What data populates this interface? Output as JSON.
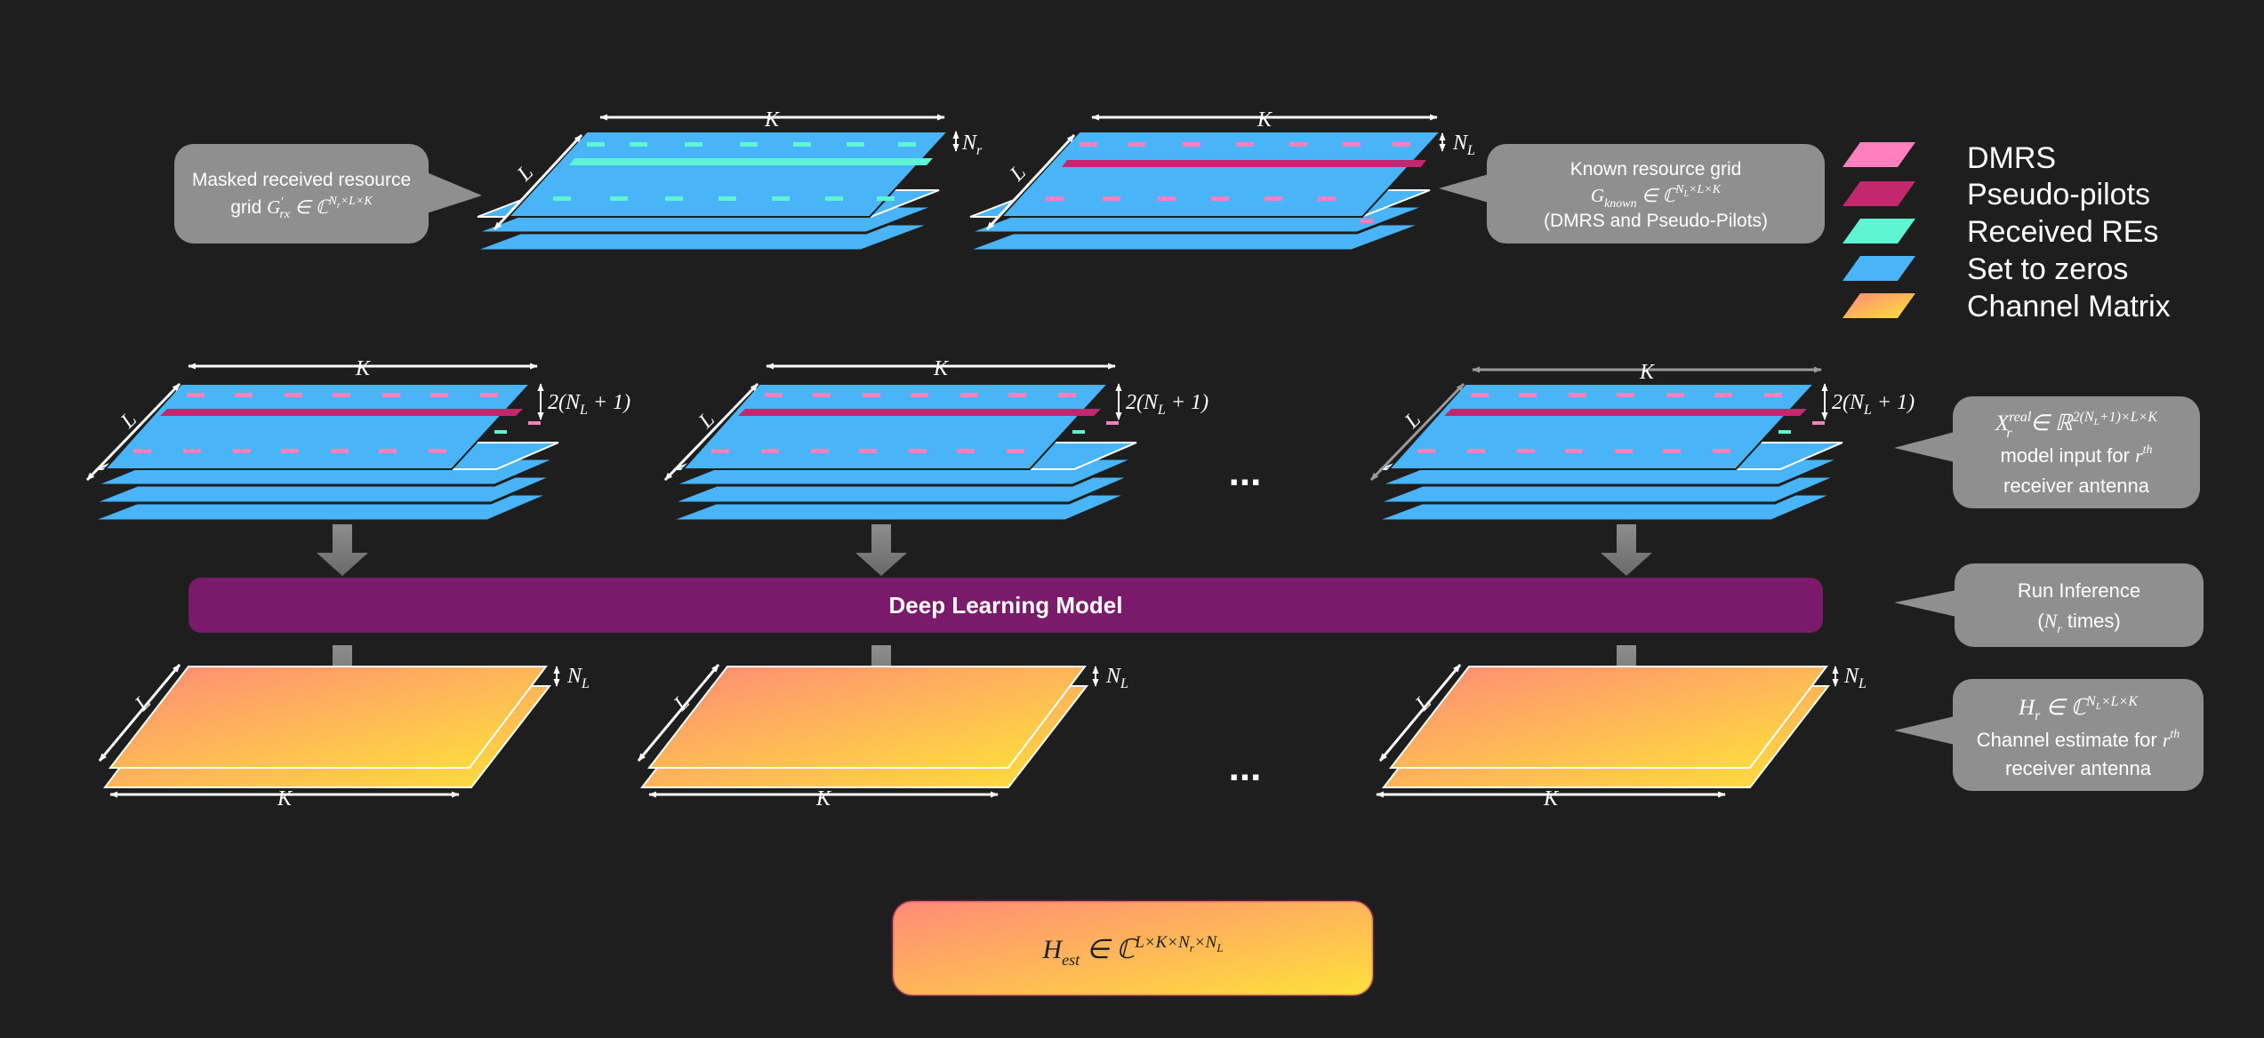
{
  "labels": {
    "K": "K",
    "L": "L",
    "Nr": "N",
    "Nr_sub": "r",
    "NL": "N",
    "NL_sub": "L",
    "twoNL": "2(N",
    "twoNL_sub": "L",
    "twoNL_tail": " + 1)",
    "ellipsis": "..."
  },
  "callouts": {
    "masked": {
      "line1": "Masked received resource",
      "line2_a": "grid ",
      "line2_sym": "G",
      "line2_sym_sub": "rx",
      "line2_sym_sup": "′",
      "line2_b": " ∈ ℂ",
      "line2_sup": "N",
      "line2_sup_sub": "r",
      "line2_sup_tail": "×L×K"
    },
    "known": {
      "line1": "Known resource grid",
      "line2_sym": "G",
      "line2_sym_sub": "known",
      "line2_b": " ∈ ℂ",
      "line2_sup": "N",
      "line2_sup_sub": "L",
      "line2_sup_tail": "×L×K",
      "line3": "(DMRS and Pseudo-Pilots)"
    },
    "model_input": {
      "sym": "X",
      "sym_sub": "r",
      "sym_sup": "real",
      "set": " ∈ ℝ",
      "set_sup": "2(N",
      "set_sup_sub": "L",
      "set_sup_tail": "+1)×L×K",
      "line2": "model input for ",
      "line2_r": "r",
      "line2_th": "th",
      "line3": "receiver antenna"
    },
    "inference": {
      "line1": "Run Inference",
      "line2_a": "(",
      "line2_sym": "N",
      "line2_sub": "r",
      "line2_b": " times)"
    },
    "estimate": {
      "sym": "H",
      "sym_sub": "r",
      "set": " ∈ ℂ",
      "set_sup": "N",
      "set_sup_sub": "L",
      "set_sup_tail": "×L×K",
      "line2": "Channel estimate for ",
      "line2_r": "r",
      "line2_th": "th",
      "line3": "receiver antenna"
    }
  },
  "model_bar": {
    "label": "Deep Learning Model"
  },
  "result": {
    "sym": "H",
    "sym_sub": "est",
    "set": " ∈ ℂ",
    "set_sup": "L×K×N",
    "set_sup_sub1": "r",
    "set_sup_mid": "×N",
    "set_sup_sub2": "L"
  },
  "legend": [
    {
      "label": "DMRS",
      "color": "#ff7fbf"
    },
    {
      "label": "Pseudo-pilots",
      "color": "#c2286e"
    },
    {
      "label": "Received REs",
      "color": "#5ef5d2"
    },
    {
      "label": "Set to zeros",
      "color": "#4ab4f8"
    },
    {
      "label": "Channel Matrix",
      "color": "#ffb347"
    }
  ],
  "colors": {
    "background": "#1e1e1e",
    "grid_blue": "#4ab4f8",
    "dmrs": "#ff7fbf",
    "pseudo_pilot": "#c2286e",
    "received": "#5ef5d2",
    "channel_start": "#ff8a78",
    "channel_end": "#fde13a",
    "model_bar": "#7a1a6a",
    "callout": "#8f8f8f"
  }
}
